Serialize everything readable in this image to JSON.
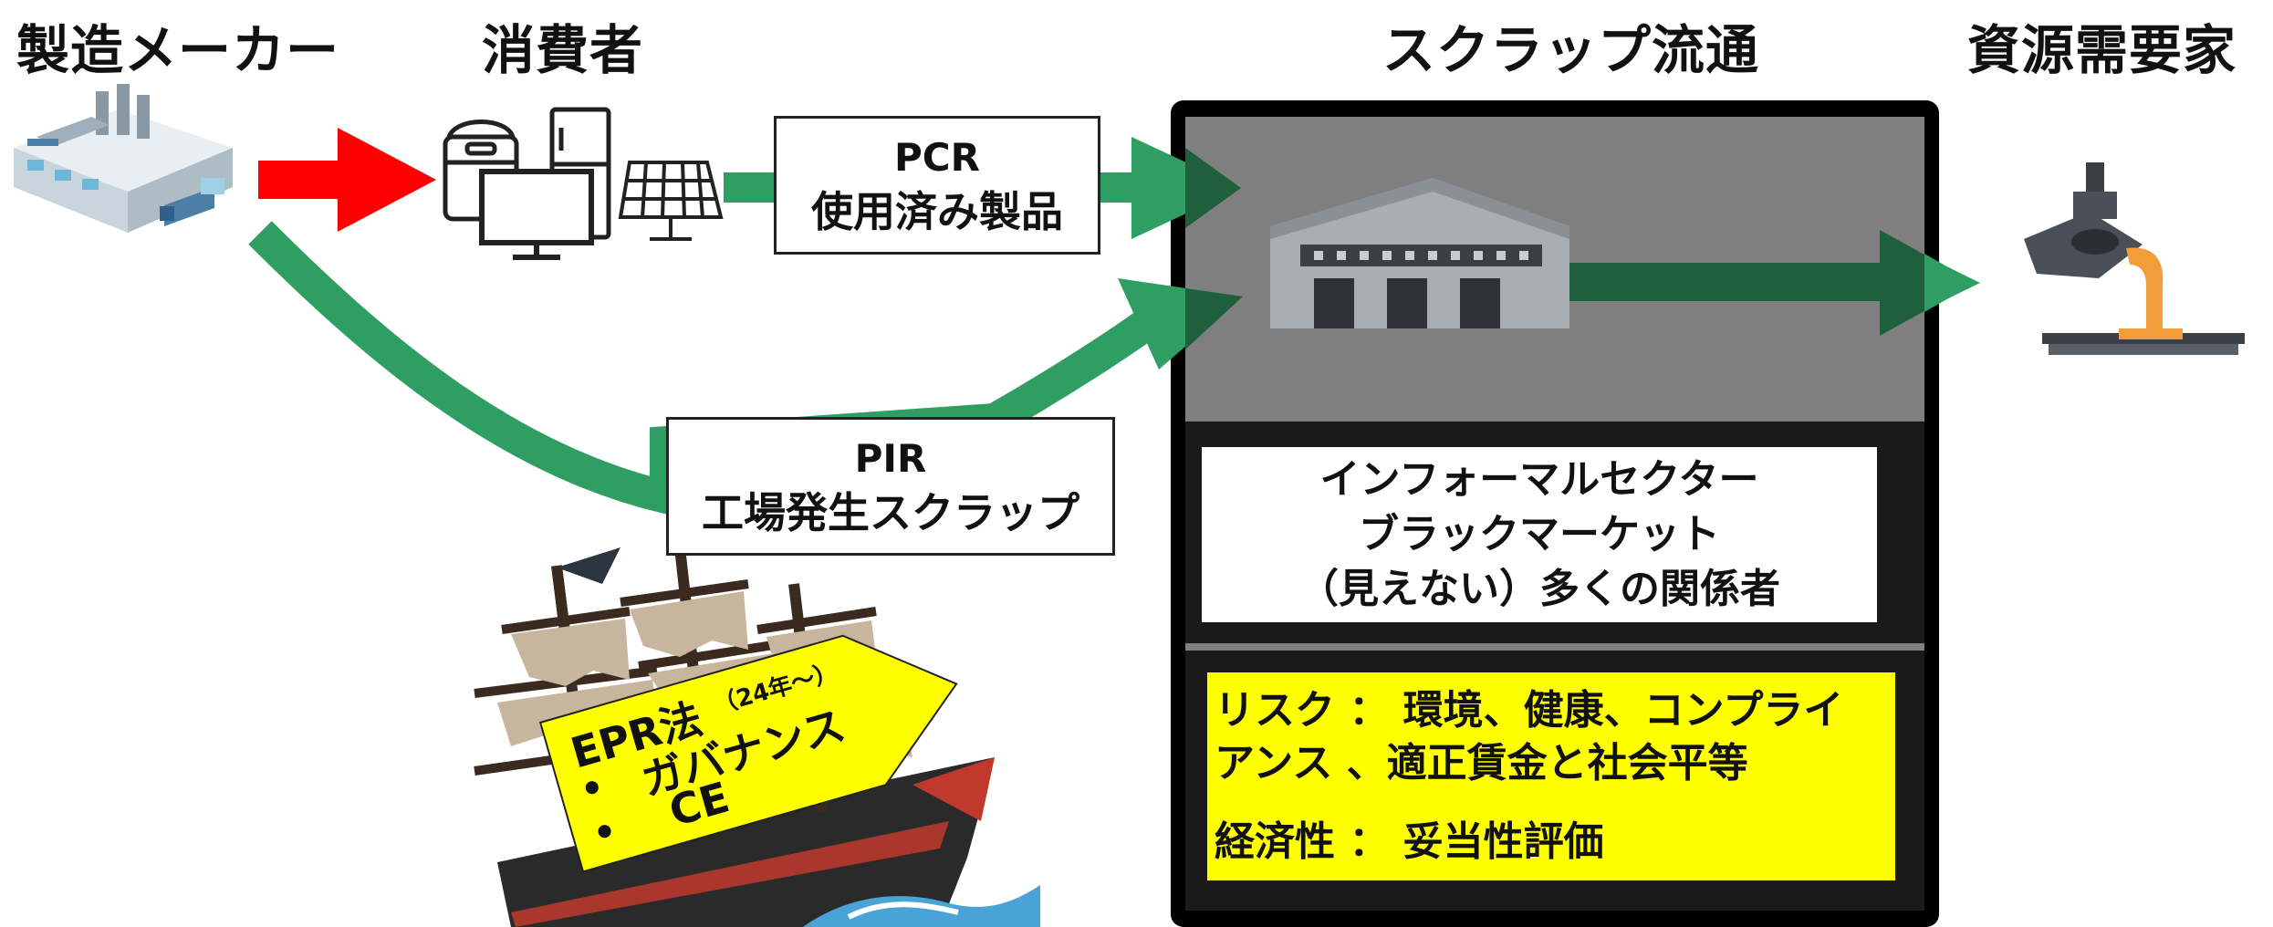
{
  "headers": {
    "manufacturer": "製造メーカー",
    "consumer": "消費者",
    "scrap_distribution": "スクラップ流通",
    "resource_demand": "資源需要家"
  },
  "pcr_box": {
    "line1": "PCR",
    "line2": "使用済み製品"
  },
  "pir_box": {
    "line1": "PIR",
    "line2": "工場発生スクラップ"
  },
  "informal_box": {
    "line1": "インフォーマルセクター",
    "line2": "ブラックマーケット",
    "line3": "（見えない）多くの関係者"
  },
  "risk_box": {
    "line1": "リスク ： 環境、健康、コンプライ",
    "line2": "アンス 、適正賃金と社会平等",
    "line3": "経済性 ： 妥当性評価"
  },
  "epr_tag": {
    "title": "EPR法",
    "title_note": "（24年～）",
    "bullet1": "ガバナンス",
    "bullet2": "CE",
    "bullet_symbol": "•"
  },
  "icons": {
    "factory": "factory-icon",
    "consumer_products": [
      "rice-cooker-icon",
      "refrigerator-icon",
      "monitor-icon",
      "solar-panel-icon"
    ],
    "warehouse": "warehouse-icon",
    "ladle": "ladle-pouring-icon",
    "ship": "pirate-ship-icon"
  },
  "colors": {
    "red_arrow": "#ff0000",
    "green_arrow": "#2f9e63",
    "dark_green_arrow": "#1f5f3c",
    "gray_panel": "#7f7f7f",
    "frame": "#000000",
    "risk_bg": "#ffff00",
    "tag_bg": "#ffff00"
  }
}
